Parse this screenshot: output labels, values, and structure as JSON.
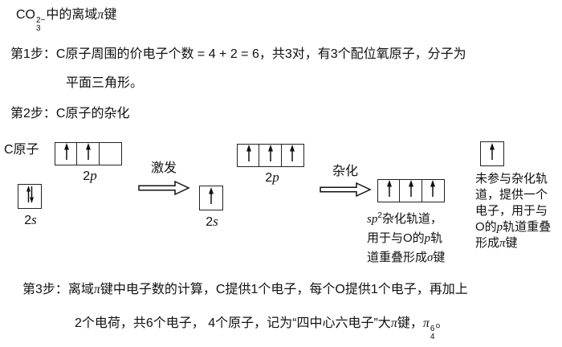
{
  "colors": {
    "background": "#ffffff",
    "text": "#111111"
  },
  "title": {
    "formula_base": "CO",
    "formula_sup": "2−",
    "formula_sub": "3",
    "suffix_pre": "中的离域",
    "pi": "π",
    "suffix_post": "键"
  },
  "step1": {
    "line1": "第1步：C原子周围的价电子个数 = 4 + 2 = 6，共3对，有3个配位氧原子，分子为",
    "line2": "平面三角形。"
  },
  "step2": {
    "line": "第2步：C原子的杂化"
  },
  "diagram": {
    "c_atom_label": "C原子",
    "excite_label": "激发",
    "hybridize_label": "杂化",
    "labels": {
      "p_num": "2",
      "p_letter": "p",
      "s_num": "2",
      "s_letter": "s"
    },
    "orbitals": {
      "ground_2p": [
        "up",
        "up",
        "empty"
      ],
      "ground_2s": [
        "pair"
      ],
      "excited_2p": [
        "up",
        "up",
        "up"
      ],
      "excited_2s": [
        "up"
      ],
      "sp2_hybrid": [
        "up",
        "up",
        "up"
      ],
      "unhybridized_p": [
        "up"
      ]
    },
    "sp2_caption": {
      "l1_sp": "sp",
      "l1_sup": "2",
      "l1_rest": "杂化轨道，",
      "l2_pre": "用于与O的",
      "l2_p": "p",
      "l2_post": "轨",
      "l3_pre": "道重叠形成",
      "l3_sigma": "σ",
      "l3_post": "键"
    },
    "unhybrid_caption": {
      "l1": "未参与杂化轨",
      "l2": "道，提供一个",
      "l3": "电子，用于与",
      "l4_pre": "O的",
      "l4_p": "p",
      "l4_post": "轨道重叠",
      "l5_pre": "形成",
      "l5_pi": "π",
      "l5_post": "键"
    }
  },
  "step3": {
    "line1_pre": "第3步：离域",
    "line1_pi": "π",
    "line1_post": "键中电子数的计算，C提供1个电子，每个O提供1个电子，再加上",
    "line2_pre": "2个电荷，共6个电子， 4个原子，记为“四中心六电子”大",
    "line2_pi": "π",
    "line2_mid": "键，",
    "pi_symbol": "π",
    "pi_sup": "6",
    "pi_sub": "4",
    "line2_end": "。"
  }
}
